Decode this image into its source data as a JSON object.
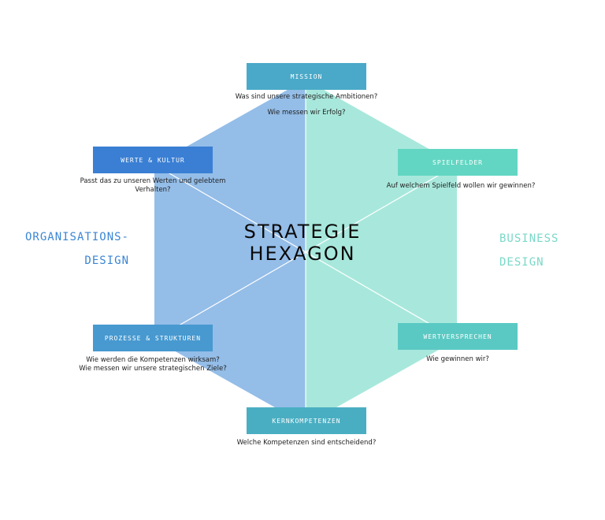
{
  "title": {
    "line1": "STRATEGIE",
    "line2": "HEXAGON"
  },
  "side_labels": {
    "left": {
      "line1": "ORGANISATIONS-",
      "line2": "DESIGN"
    },
    "right": {
      "line1": "BUSINESS",
      "line2": "DESIGN"
    }
  },
  "nodes": {
    "mission": {
      "label": "MISSION",
      "question1": "Was sind unsere strategische Ambitionen?",
      "question2": "Wie messen wir Erfolg?",
      "color": "#4aa9c8"
    },
    "werte": {
      "label": "WERTE & KULTUR",
      "question1": "Passt das zu unseren Werten und gelebtem",
      "question2": "Verhalten?",
      "color": "#3a7fd4"
    },
    "prozesse": {
      "label": "PROZESSE & STRUKTUREN",
      "question1": "Wie werden die Kompetenzen wirksam?",
      "question2": "Wie messen wir unsere strategischen Ziele?",
      "color": "#4799d0"
    },
    "kern": {
      "label": "KERNKOMPETENZEN",
      "question1": "Welche Kompetenzen sind entscheidend?",
      "color": "#4aaec2"
    },
    "spielfelder": {
      "label": "SPIELFELDER",
      "question1": "Auf welchem Spielfeld wollen wir gewinnen?",
      "color": "#62d6c2"
    },
    "wert": {
      "label": "WERTVERSPRECHEN",
      "question1": "Wie gewinnen wir?",
      "color": "#5bc9c3"
    }
  },
  "colors": {
    "left_half": "#94bde8",
    "right_half": "#a8e8dc",
    "left_text": "#3a86d4",
    "right_text": "#7ad8c8"
  }
}
